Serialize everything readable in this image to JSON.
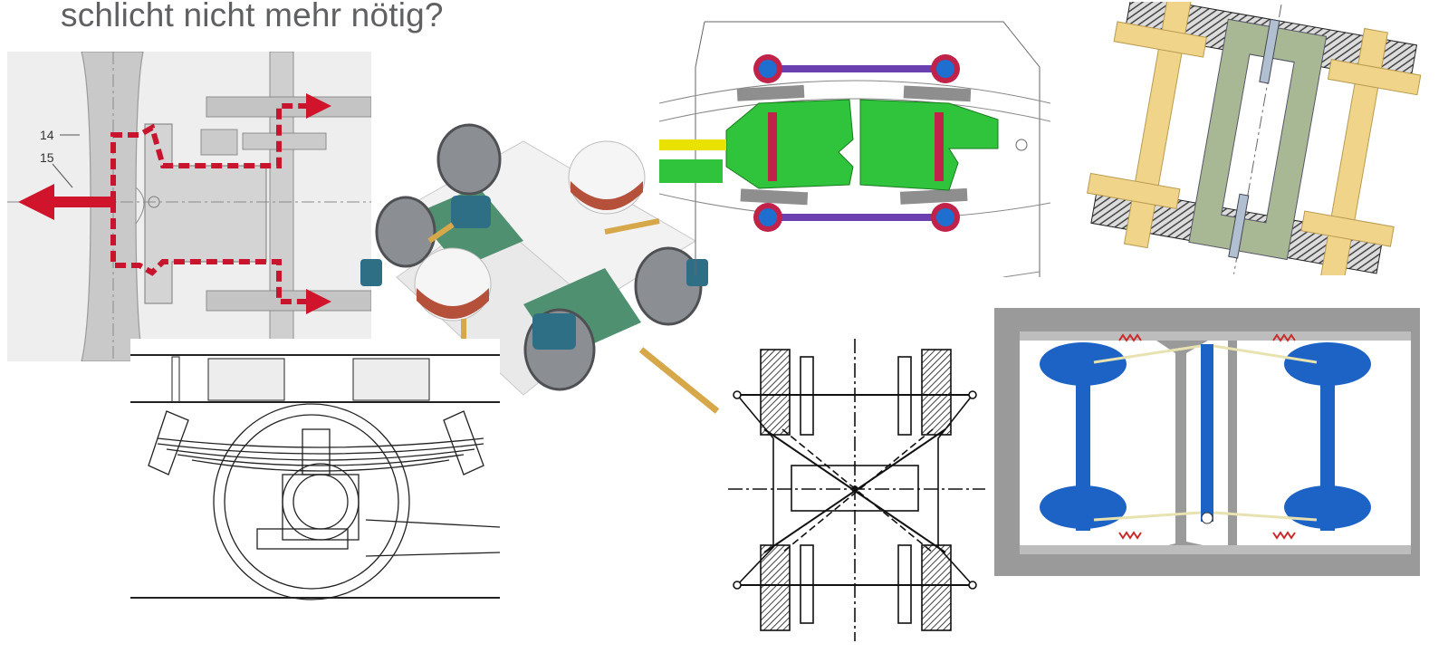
{
  "slide": {
    "title": "schlicht nicht mehr nötig?"
  },
  "panels": {
    "force_flow": {
      "labels": [
        "14",
        "15"
      ],
      "colors": {
        "arrow": "#d0142c",
        "frame": "#c8c8c8",
        "background": "#eeeeee"
      }
    },
    "bogie_3d": {
      "colors": {
        "frame": "#f2f2f2",
        "swing_arm": "#4e9070",
        "air_spring": "#b5503a",
        "wheel": "#7b7e82",
        "axlebox": "#2e6f86",
        "rod": "#d6a84a"
      }
    },
    "curve_plan": {
      "colors": {
        "frame": "#2fc43b",
        "link": "#6a3fb0",
        "joint": "#1e6fd0",
        "ring": "#c0224a"
      }
    },
    "skewed_bogie": {
      "colors": {
        "axle": "#f0d48a",
        "frame": "#a8b894",
        "hatch": "#555555"
      }
    },
    "leaf_spring": {
      "colors": {
        "line": "#222222"
      }
    },
    "cross_link": {
      "colors": {
        "line": "#111111"
      }
    },
    "blue_wheelsets": {
      "colors": {
        "frame": "#9a9a9a",
        "wheelset": "#1d63c6",
        "spring": "#cc2a2a",
        "rod": "#e8e2b0"
      }
    }
  }
}
